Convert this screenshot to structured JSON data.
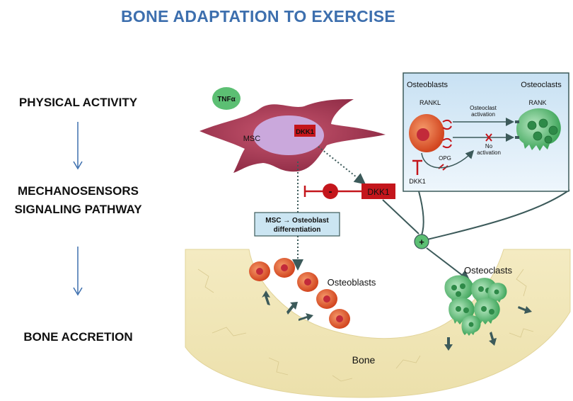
{
  "title": "BONE ADAPTATION TO EXERCISE",
  "steps": {
    "physical_activity": "PHYSICAL ACTIVITY",
    "mechanosensors_line1": "MECHANOSENSORS",
    "mechanosensors_line2": "SIGNALING PATHWAY",
    "bone_accretion": "BONE ACCRETION"
  },
  "cell": {
    "tnfa": "TNFα",
    "msc": "MSC",
    "dkk1_nucleus": "DKK1"
  },
  "signals": {
    "dkk1": "DKK1",
    "minus": "-",
    "plus": "+"
  },
  "differentiation_box": {
    "line1": "MSC → Osteoblast",
    "line2": "differentiation"
  },
  "bone": {
    "osteoblasts": "Osteoblasts",
    "osteoclasts": "Osteoclasts",
    "bone": "Bone"
  },
  "inset": {
    "osteoblasts": "Osteoblasts",
    "osteoclasts": "Osteoclasts",
    "rankl": "RANKL",
    "rank": "RANK",
    "activation_line1": "Osteoclast",
    "activation_line2": "activation",
    "no_activation_line1": "No",
    "no_activation_line2": "activation",
    "opg": "OPG",
    "dkk1": "DKK1"
  },
  "colors": {
    "title": "#3d6fae",
    "msc_cell": "#a53a55",
    "nucleus": "#c9a6d8",
    "dkk1_red": "#c4161c",
    "bone": "#f1e6b8",
    "osteoblast": "#e0622e",
    "osteoclast": "#5cbf73",
    "inset_bg": "#dcecf7",
    "arrow": "#3c5a5a"
  }
}
